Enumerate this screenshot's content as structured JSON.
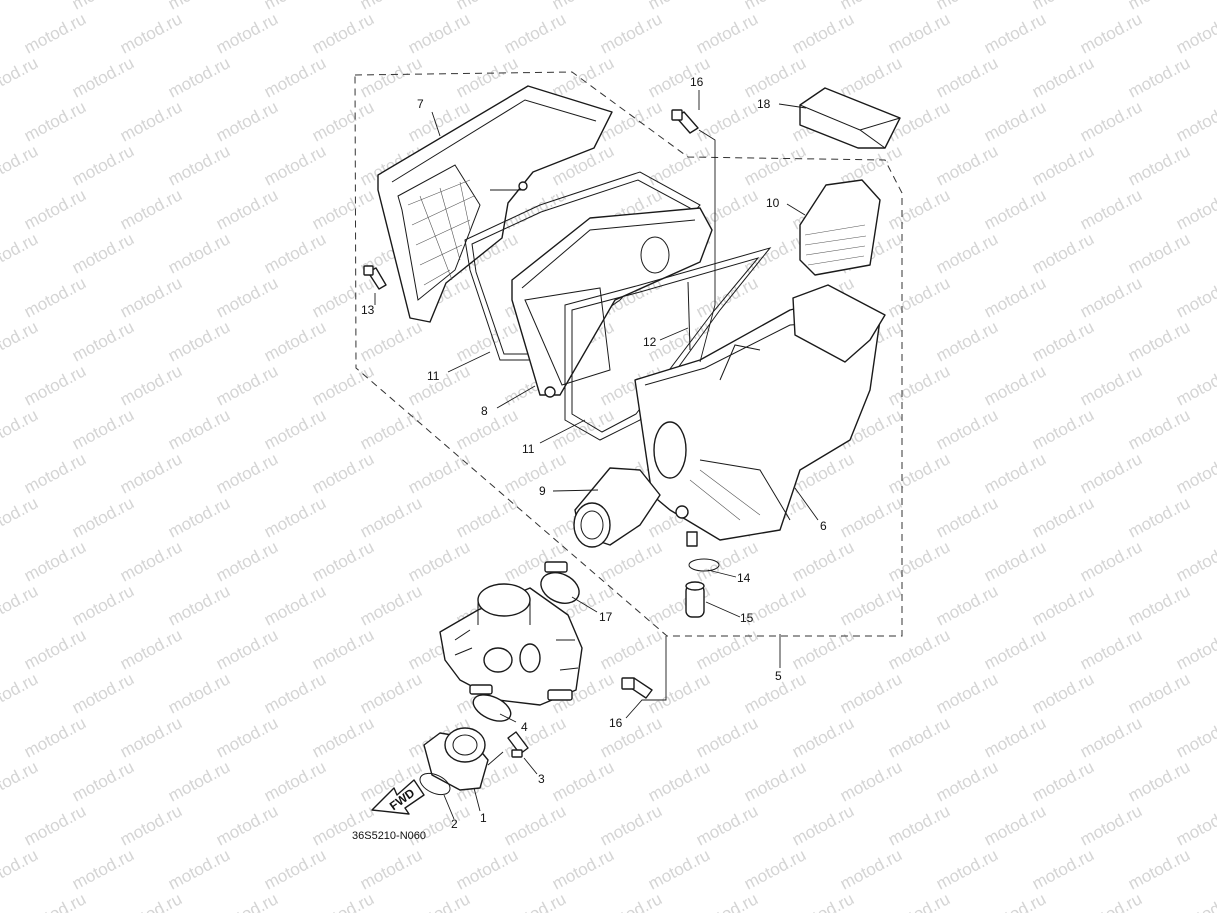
{
  "watermark": "motod.ru",
  "diagram_code": "36S5210-N060",
  "fwd_label": "FWD",
  "callouts": [
    {
      "id": "p1",
      "text": "1"
    },
    {
      "id": "p2",
      "text": "2"
    },
    {
      "id": "p3",
      "text": "3"
    },
    {
      "id": "p4",
      "text": "4"
    },
    {
      "id": "p5",
      "text": "5"
    },
    {
      "id": "p6",
      "text": "6"
    },
    {
      "id": "p7",
      "text": "7"
    },
    {
      "id": "p8",
      "text": "8"
    },
    {
      "id": "p9",
      "text": "9"
    },
    {
      "id": "p10",
      "text": "10"
    },
    {
      "id": "p11a",
      "text": "11"
    },
    {
      "id": "p11b",
      "text": "11"
    },
    {
      "id": "p12",
      "text": "12"
    },
    {
      "id": "p13",
      "text": "13"
    },
    {
      "id": "p14",
      "text": "14"
    },
    {
      "id": "p15",
      "text": "15"
    },
    {
      "id": "p16a",
      "text": "16"
    },
    {
      "id": "p16b",
      "text": "16"
    },
    {
      "id": "p17",
      "text": "17"
    },
    {
      "id": "p18",
      "text": "18"
    }
  ],
  "colors": {
    "line": "#1a1a1a",
    "watermark": "#d4d4d4",
    "background": "#ffffff"
  }
}
